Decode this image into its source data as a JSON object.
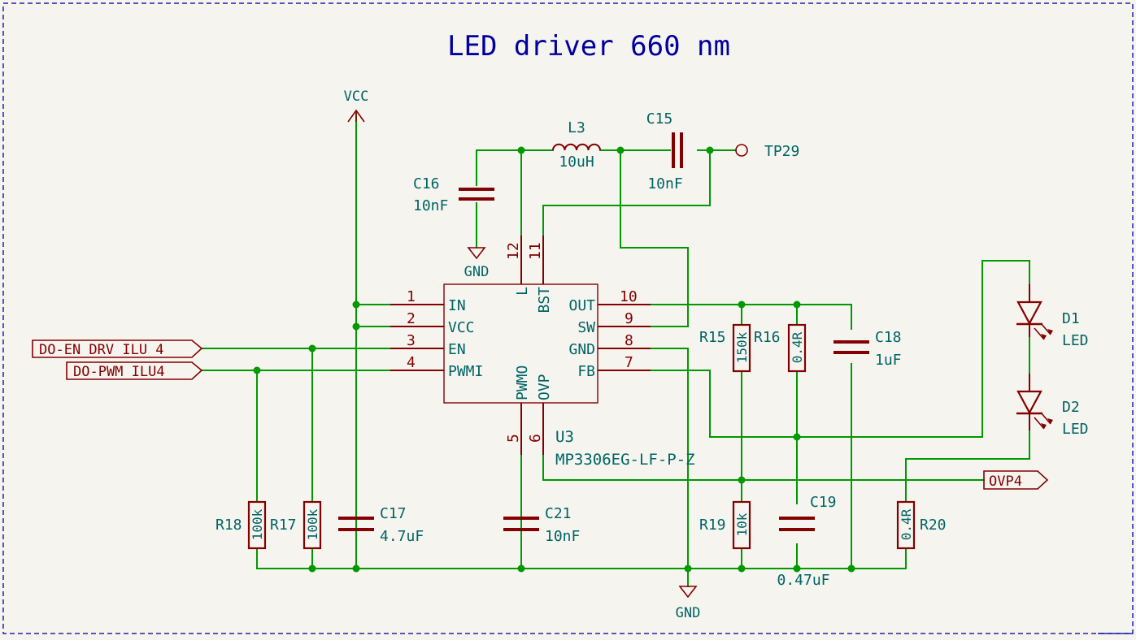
{
  "title": "LED driver 660 nm",
  "ic": {
    "ref": "U3",
    "value": "MP3306EG-LF-P-Z",
    "pins": [
      {
        "num": "1",
        "name": "IN"
      },
      {
        "num": "2",
        "name": "VCC"
      },
      {
        "num": "3",
        "name": "EN"
      },
      {
        "num": "4",
        "name": "PWMI"
      },
      {
        "num": "5",
        "name": "PWMO"
      },
      {
        "num": "6",
        "name": "OVP"
      },
      {
        "num": "7",
        "name": "FB"
      },
      {
        "num": "8",
        "name": "GND"
      },
      {
        "num": "9",
        "name": "SW"
      },
      {
        "num": "10",
        "name": "OUT"
      },
      {
        "num": "11",
        "name": "BST"
      },
      {
        "num": "12",
        "name": "L"
      }
    ]
  },
  "power": {
    "vcc": "VCC",
    "gnd": "GND"
  },
  "nets": {
    "en": "DO-EN_DRV_ILU_4",
    "pwm": "DO-PWM_ILU4",
    "ovp": "OVP4",
    "tp": "TP29"
  },
  "components": {
    "L3": {
      "ref": "L3",
      "value": "10uH"
    },
    "C15": {
      "ref": "C15",
      "value": "10nF"
    },
    "C16": {
      "ref": "C16",
      "value": "10nF"
    },
    "C17": {
      "ref": "C17",
      "value": "4.7uF"
    },
    "C18": {
      "ref": "C18",
      "value": "1uF"
    },
    "C19": {
      "ref": "C19",
      "value": "0.47uF"
    },
    "C21": {
      "ref": "C21",
      "value": "10nF"
    },
    "R15": {
      "ref": "R15",
      "value": "150k"
    },
    "R16": {
      "ref": "R16",
      "value": "0.4R"
    },
    "R17": {
      "ref": "R17",
      "value": "100k"
    },
    "R18": {
      "ref": "R18",
      "value": "100k"
    },
    "R19": {
      "ref": "R19",
      "value": "10k"
    },
    "R20": {
      "ref": "R20",
      "value": "0.4R"
    },
    "D1": {
      "ref": "D1",
      "value": "LED"
    },
    "D2": {
      "ref": "D2",
      "value": "LED"
    }
  }
}
